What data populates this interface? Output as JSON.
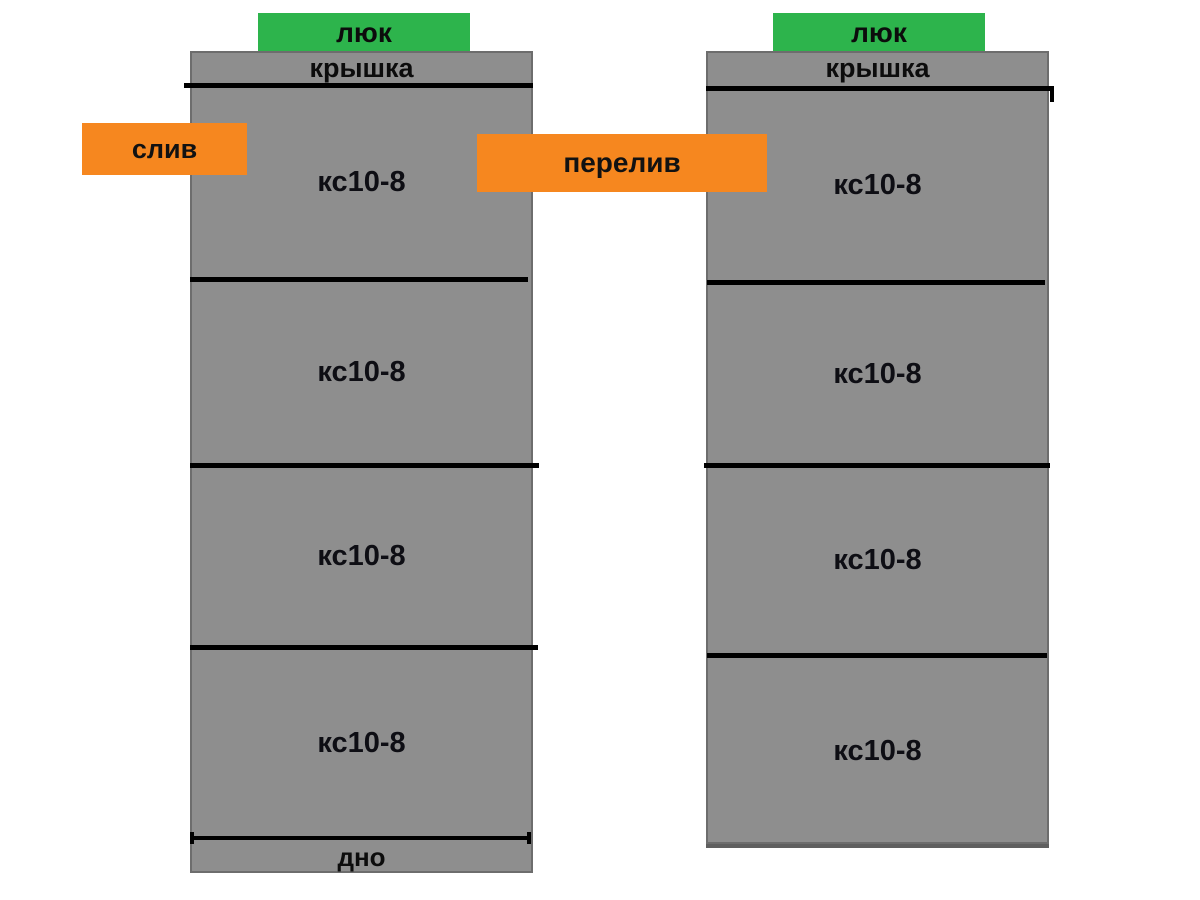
{
  "palette": {
    "green": "#2db44c",
    "orange": "#f6871f",
    "gray": "#8e8e8e",
    "edge": "#6d6d6d",
    "line": "#000000",
    "background": "#ffffff"
  },
  "left_well": {
    "hatch_label": "люк",
    "cover_label": "крышка",
    "rings": [
      "кс10-8",
      "кс10-8",
      "кс10-8",
      "кс10-8"
    ],
    "bottom_label": "дно"
  },
  "right_well": {
    "hatch_label": "люк",
    "cover_label": "крышка",
    "rings": [
      "кс10-8",
      "кс10-8",
      "кс10-8",
      "кс10-8"
    ]
  },
  "connections": {
    "drain_label": "слив",
    "overflow_label": "перелив"
  }
}
